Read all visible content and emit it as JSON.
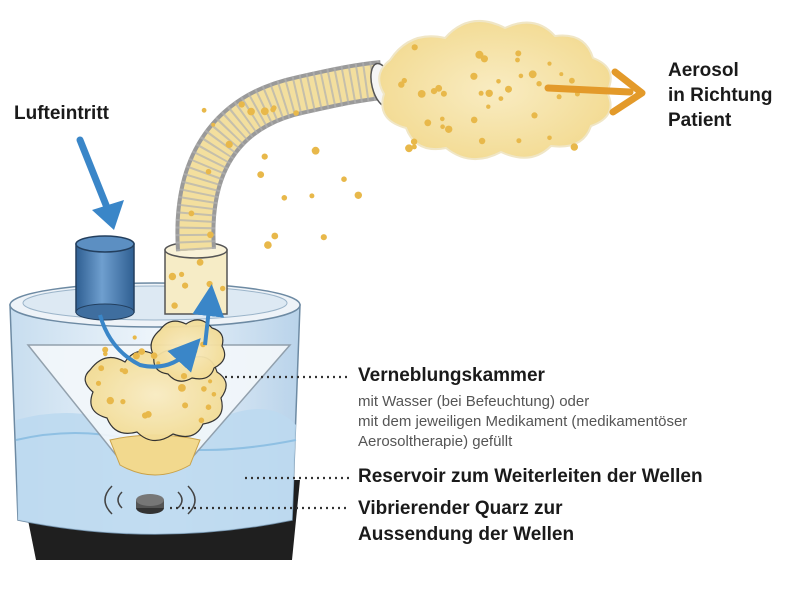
{
  "labels": {
    "air_inlet": "Lufteintritt",
    "aerosol": [
      "Aerosol",
      "in Richtung",
      "Patient"
    ],
    "nebulizer_chamber": {
      "title": "Verneblungskammer",
      "description": [
        "mit Wasser (bei Befeuchtung) oder",
        "mit dem jeweiligen Medikament (medikamentöser",
        "Aerosoltherapie) gefüllt"
      ]
    },
    "reservoir": "Reservoir zum Weiterleiten der Wellen",
    "quartz": [
      "Vibrierender Quarz zur",
      "Aussendung der Wellen"
    ]
  },
  "colors": {
    "blue_arrow": "#3a86c8",
    "orange_arrow": "#e39a2a",
    "water": "#bcd9ef",
    "water_deep": "#8fc0e3",
    "aerosol": "#f6e2a4",
    "droplet": "#e8b84a",
    "cylinder": "#4d7fb3",
    "leader": "#333333"
  },
  "icons": [
    "inlet-arrow-icon",
    "outlet-arrow-icon",
    "quartz-icon",
    "wave-icon"
  ]
}
